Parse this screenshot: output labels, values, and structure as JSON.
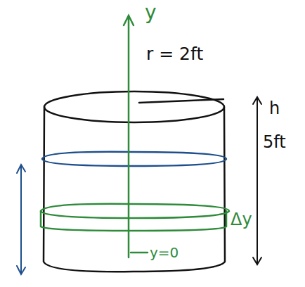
{
  "diagram": {
    "labels": [
      "y",
      "r = 2ft",
      "h",
      "5ft",
      "Δy",
      "y=0"
    ]
  }
}
